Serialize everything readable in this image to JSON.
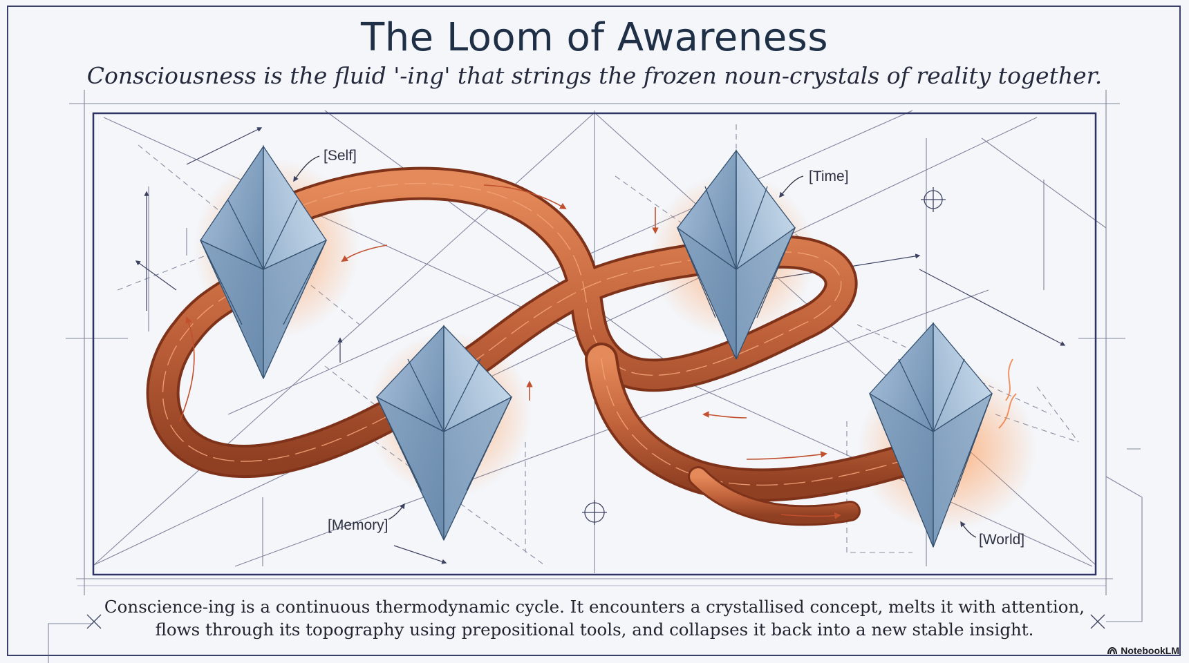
{
  "header": {
    "title": "The Loom of Awareness",
    "subtitle": "Consciousness is the fluid '-ing' that strings the frozen noun-crystals of reality together."
  },
  "crystals": [
    {
      "id": "self",
      "label": "[Self]"
    },
    {
      "id": "memory",
      "label": "[Memory]"
    },
    {
      "id": "time",
      "label": "[Time]"
    },
    {
      "id": "world",
      "label": "[World]"
    }
  ],
  "caption": {
    "line1": "Conscience-ing is a continuous thermodynamic cycle. It encounters a crystallised concept, melts it with attention,",
    "line2": "flows through its topography using prepositional tools, and collapses it back into a new stable insight."
  },
  "brand": {
    "name": "NotebookLM",
    "icon": "notebooklm-logo-icon"
  },
  "colors": {
    "frame": "#3a3f6a",
    "ribbon": "#c2643c",
    "ribbon_glow": "#f39a5c",
    "crystal": "#7e9ec0",
    "crystal_edge": "#3f5f82"
  }
}
